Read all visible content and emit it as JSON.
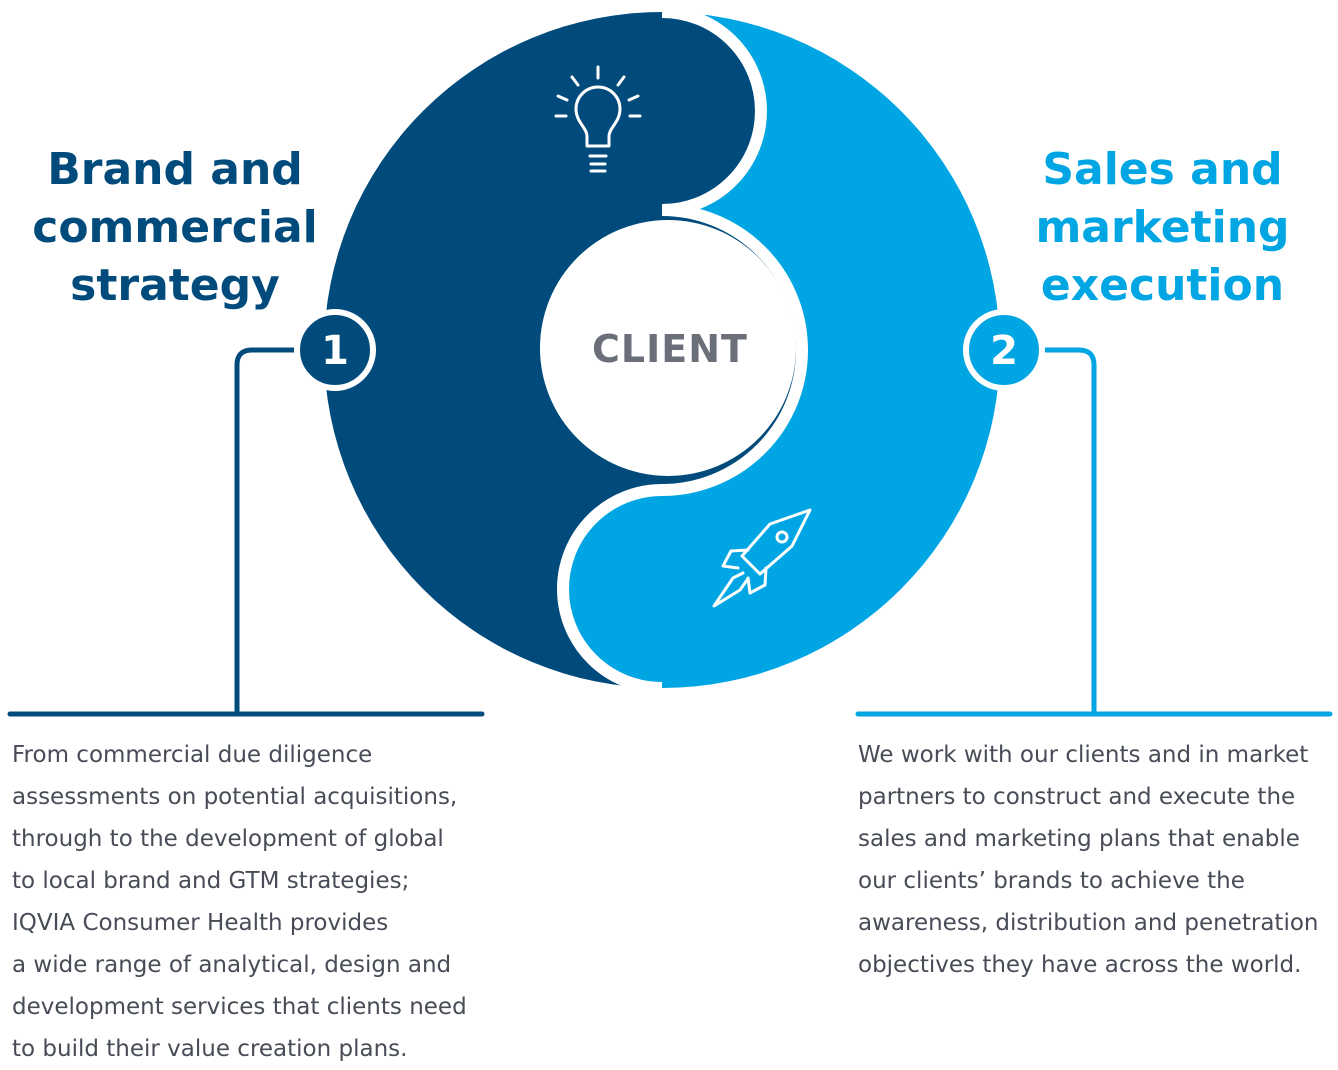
{
  "colors": {
    "dark_blue": "#004b7c",
    "light_blue": "#00a5e3",
    "client_text": "#6b6f7a",
    "body_text": "#474c57"
  },
  "center": {
    "label": "CLIENT"
  },
  "left": {
    "number": "1",
    "heading": "Brand and\ncommercial\nstrategy",
    "icon": "lightbulb-icon",
    "description": "From commercial due diligence\nassessments on potential acquisitions,\nthrough to the development of global\nto local brand and GTM strategies;\nIQVIA Consumer Health provides\na wide range of analytical, design and\ndevelopment services that clients need\nto build their value creation plans."
  },
  "right": {
    "number": "2",
    "heading": "Sales and\nmarketing\nexecution",
    "icon": "rocket-icon",
    "description": "We work with our clients and in market\npartners to construct and execute the\nsales and marketing plans that enable\nour clients’ brands to achieve the\nawareness, distribution and penetration\nobjectives they have across the world."
  }
}
